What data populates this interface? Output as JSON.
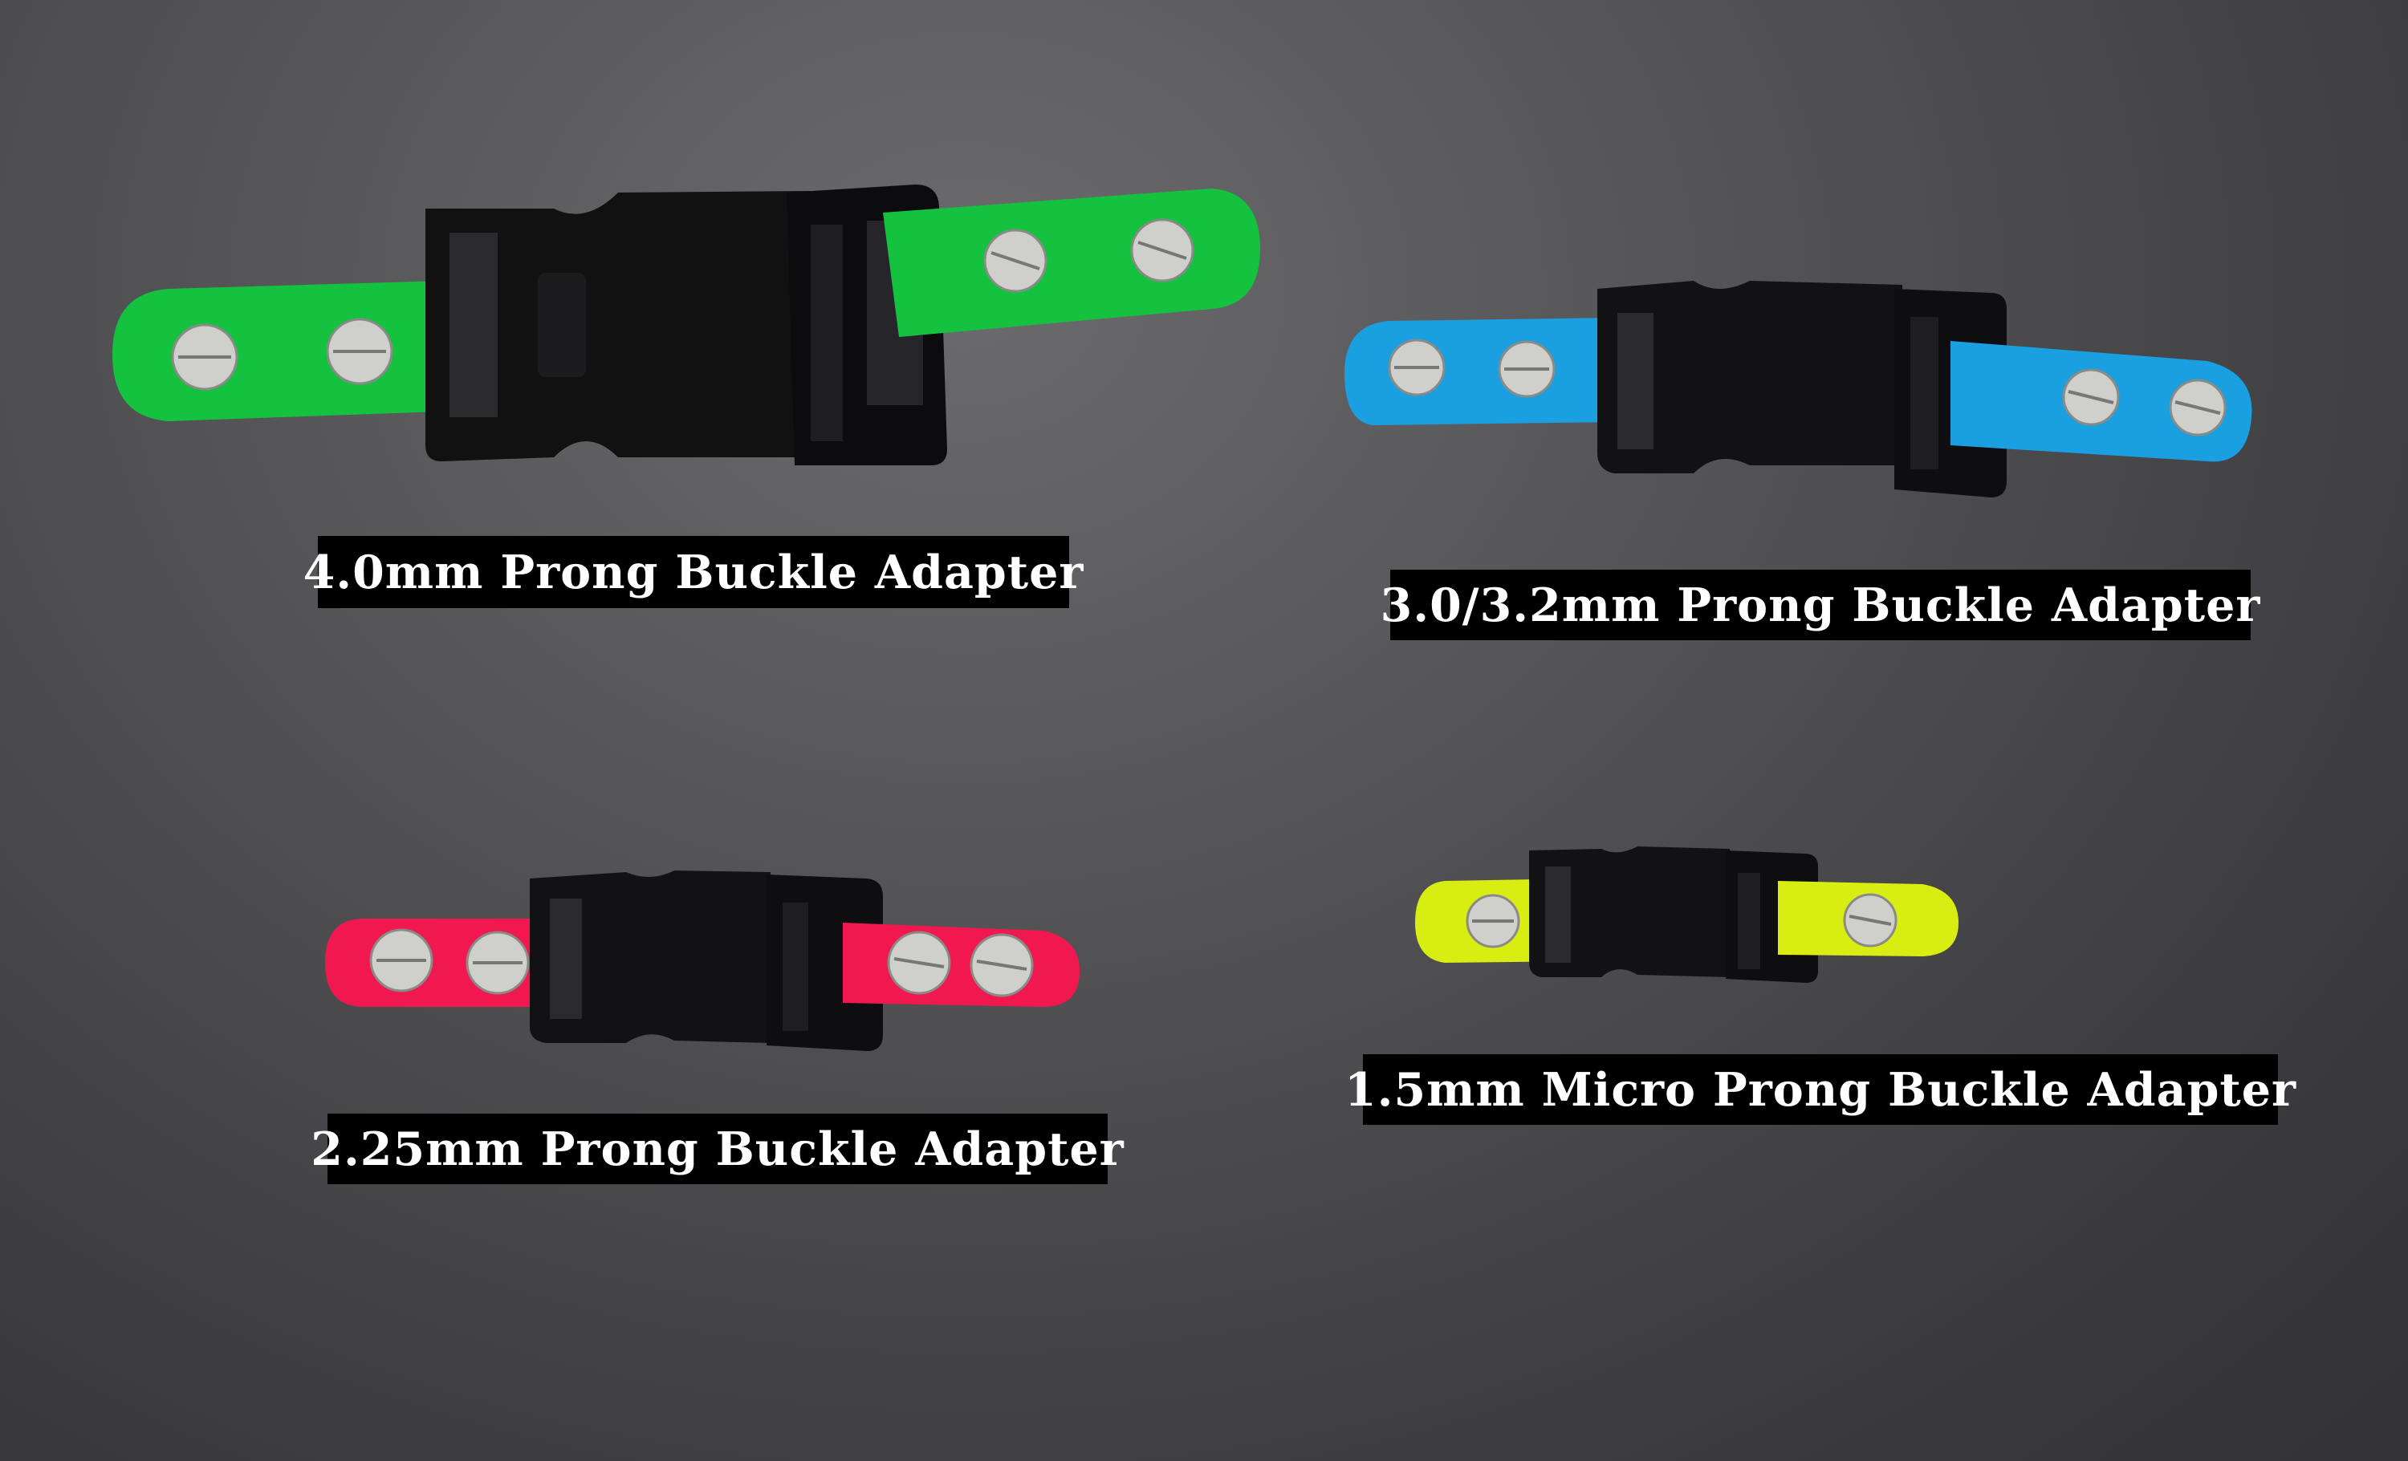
{
  "photo": {
    "background_color": "#4f4f52",
    "products": [
      {
        "label": "4.0mm Prong Buckle Adapter",
        "strap_color": "#14c23f",
        "screw_count": 4
      },
      {
        "label": "3.0/3.2mm Prong Buckle Adapter",
        "strap_color": "#1a9fe0",
        "screw_count": 4
      },
      {
        "label": "2.25mm Prong Buckle Adapter",
        "strap_color": "#f0184e",
        "screw_count": 4
      },
      {
        "label": "1.5mm Micro Prong Buckle Adapter",
        "strap_color": "#d8ee12",
        "screw_count": 2
      }
    ]
  }
}
